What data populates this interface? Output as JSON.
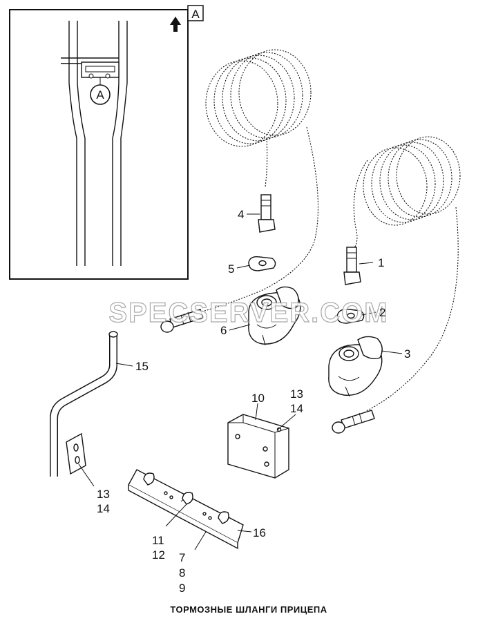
{
  "inset": {
    "view_label": "A",
    "detail_label": "A"
  },
  "watermark": "SPECSERVER.COM",
  "callouts": {
    "p1": "1",
    "p2": "2",
    "p3": "3",
    "p4": "4",
    "p5": "5",
    "p6": "6",
    "p10": "10",
    "p13a": "13",
    "p14a": "14",
    "p15": "15",
    "p13b": "13",
    "p14b": "14",
    "p11": "11",
    "p12": "12",
    "p7": "7",
    "p8": "8",
    "p9": "9",
    "p16": "16"
  },
  "caption": "ТОРМОЗНЫЕ ШЛАНГИ ПРИЦЕПА"
}
